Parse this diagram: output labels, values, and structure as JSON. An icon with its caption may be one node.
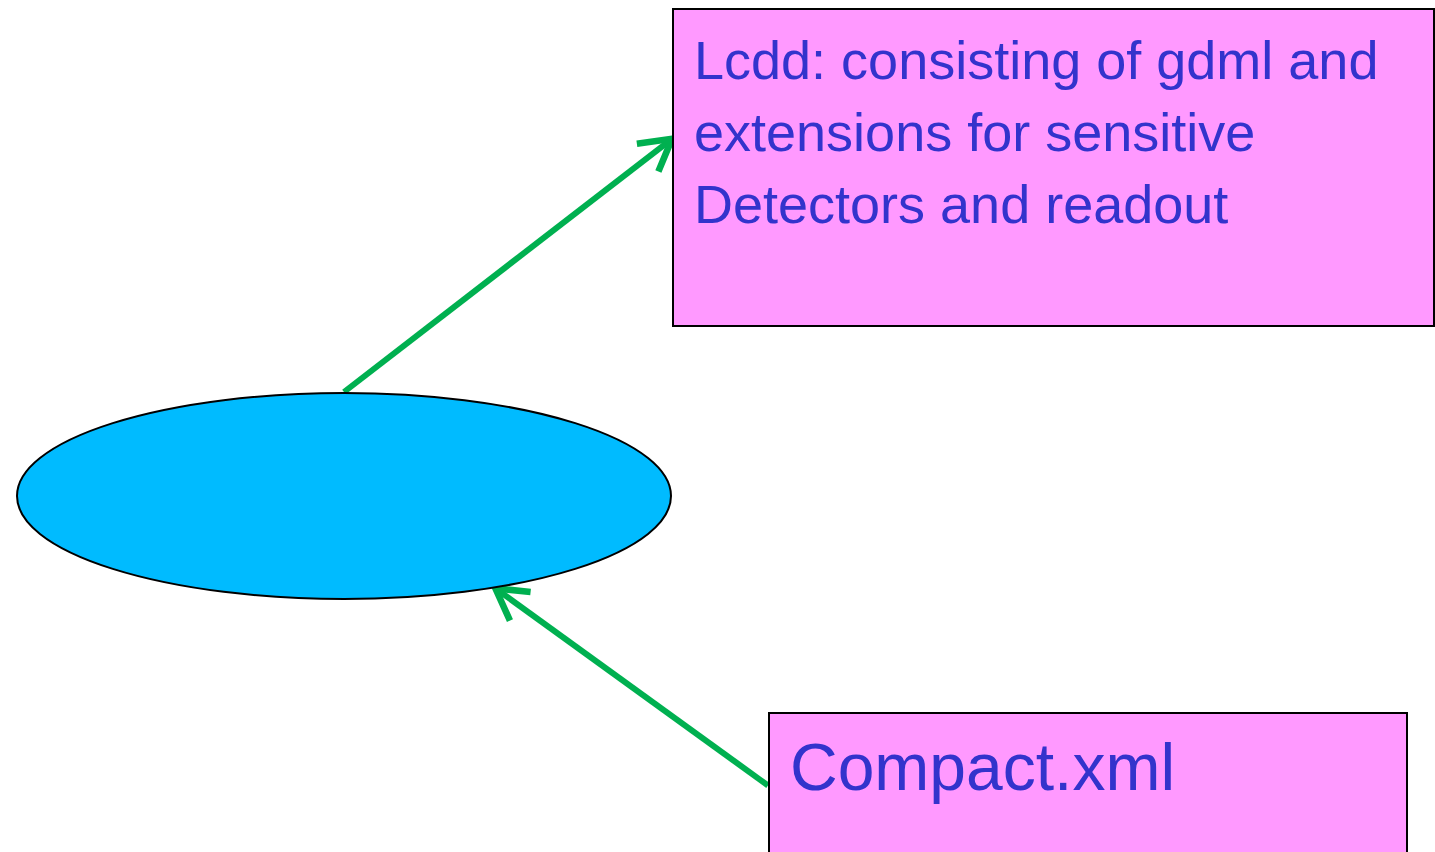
{
  "diagram": {
    "nodes": [
      {
        "text": [
          "Lcdd: consisting of gdml and extensions for sensitive Detectors and readout"
        ]
      },
      {
        "text": [],
        "shape": "ellipse"
      },
      {
        "text": [
          "Compact.xml"
        ]
      }
    ],
    "edges": [
      {
        "from": 1,
        "to": 0,
        "arrow": "to"
      },
      {
        "from": 2,
        "to": 1,
        "arrow": "to"
      }
    ]
  }
}
